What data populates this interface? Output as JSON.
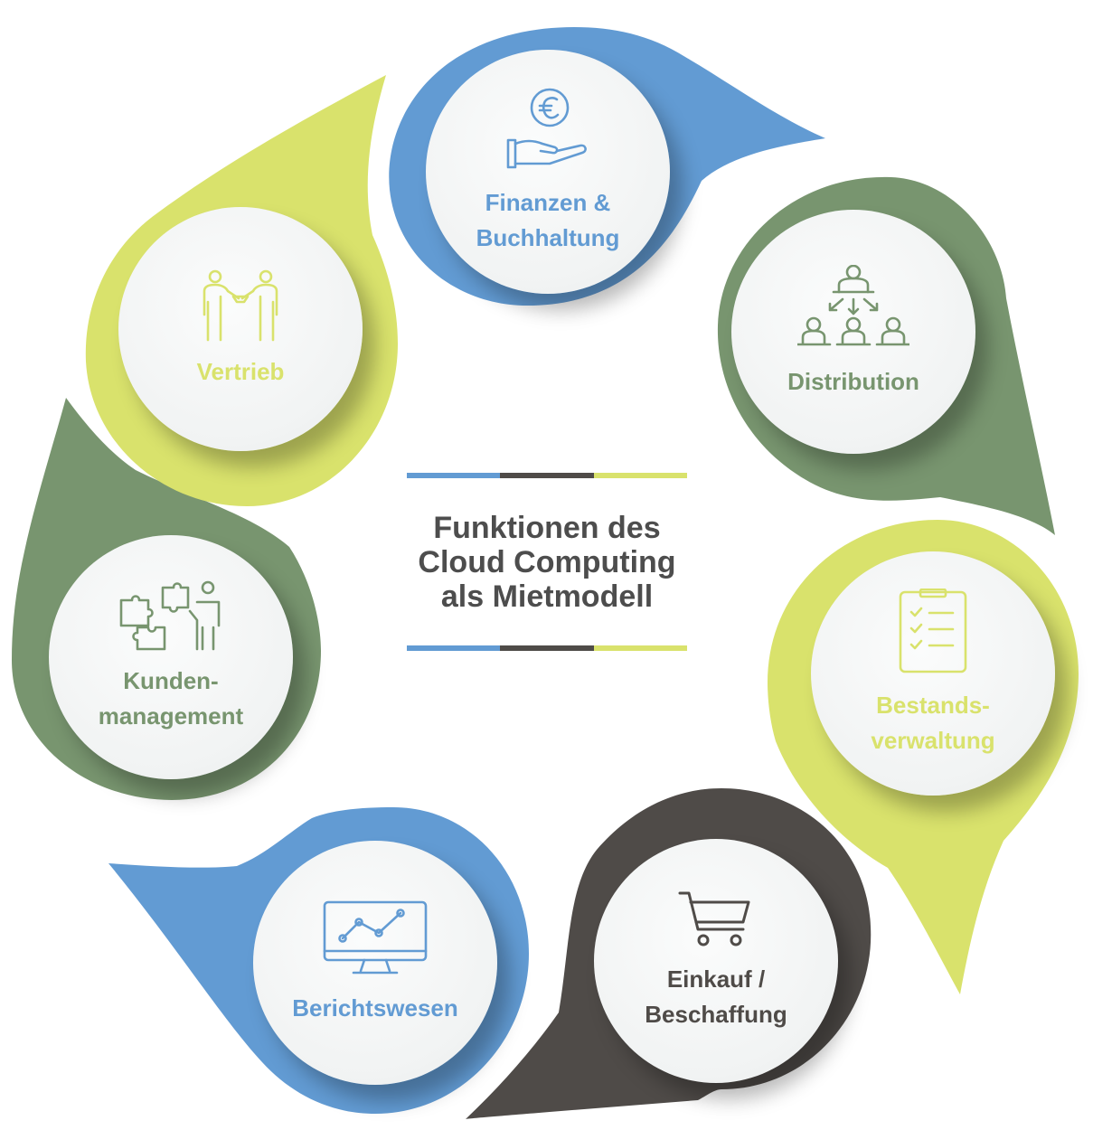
{
  "title": "Funktionen des\nCloud Computing\nals Mietmodell",
  "colors": {
    "blue": "#629bd3",
    "dark_green": "#78956f",
    "lime": "#d9e26c",
    "charcoal": "#4f4b48",
    "title_gray": "#4d4d4d"
  },
  "rule_colors": [
    "#629bd3",
    "#4f4b48",
    "#d9e26c"
  ],
  "nodes": [
    {
      "id": "finanzen",
      "label": "Finanzen & Buchhaltung",
      "icon": "euro-hand-icon",
      "color": "#629bd3"
    },
    {
      "id": "distribution",
      "label": "Distribution",
      "icon": "hierarchy-people-icon",
      "color": "#78956f"
    },
    {
      "id": "bestand",
      "label": "Bestands-verwaltung",
      "icon": "checklist-clipboard-icon",
      "color": "#d9e26c"
    },
    {
      "id": "einkauf",
      "label": "Einkauf / Beschaffung",
      "icon": "shopping-cart-icon",
      "color": "#4f4b48"
    },
    {
      "id": "bericht",
      "label": "Berichtswesen",
      "icon": "monitor-chart-icon",
      "color": "#629bd3"
    },
    {
      "id": "kunden",
      "label": "Kunden-management",
      "icon": "puzzle-person-icon",
      "color": "#78956f"
    },
    {
      "id": "vertrieb",
      "label": "Vertrieb",
      "icon": "handshake-icon",
      "color": "#d9e26c"
    }
  ]
}
